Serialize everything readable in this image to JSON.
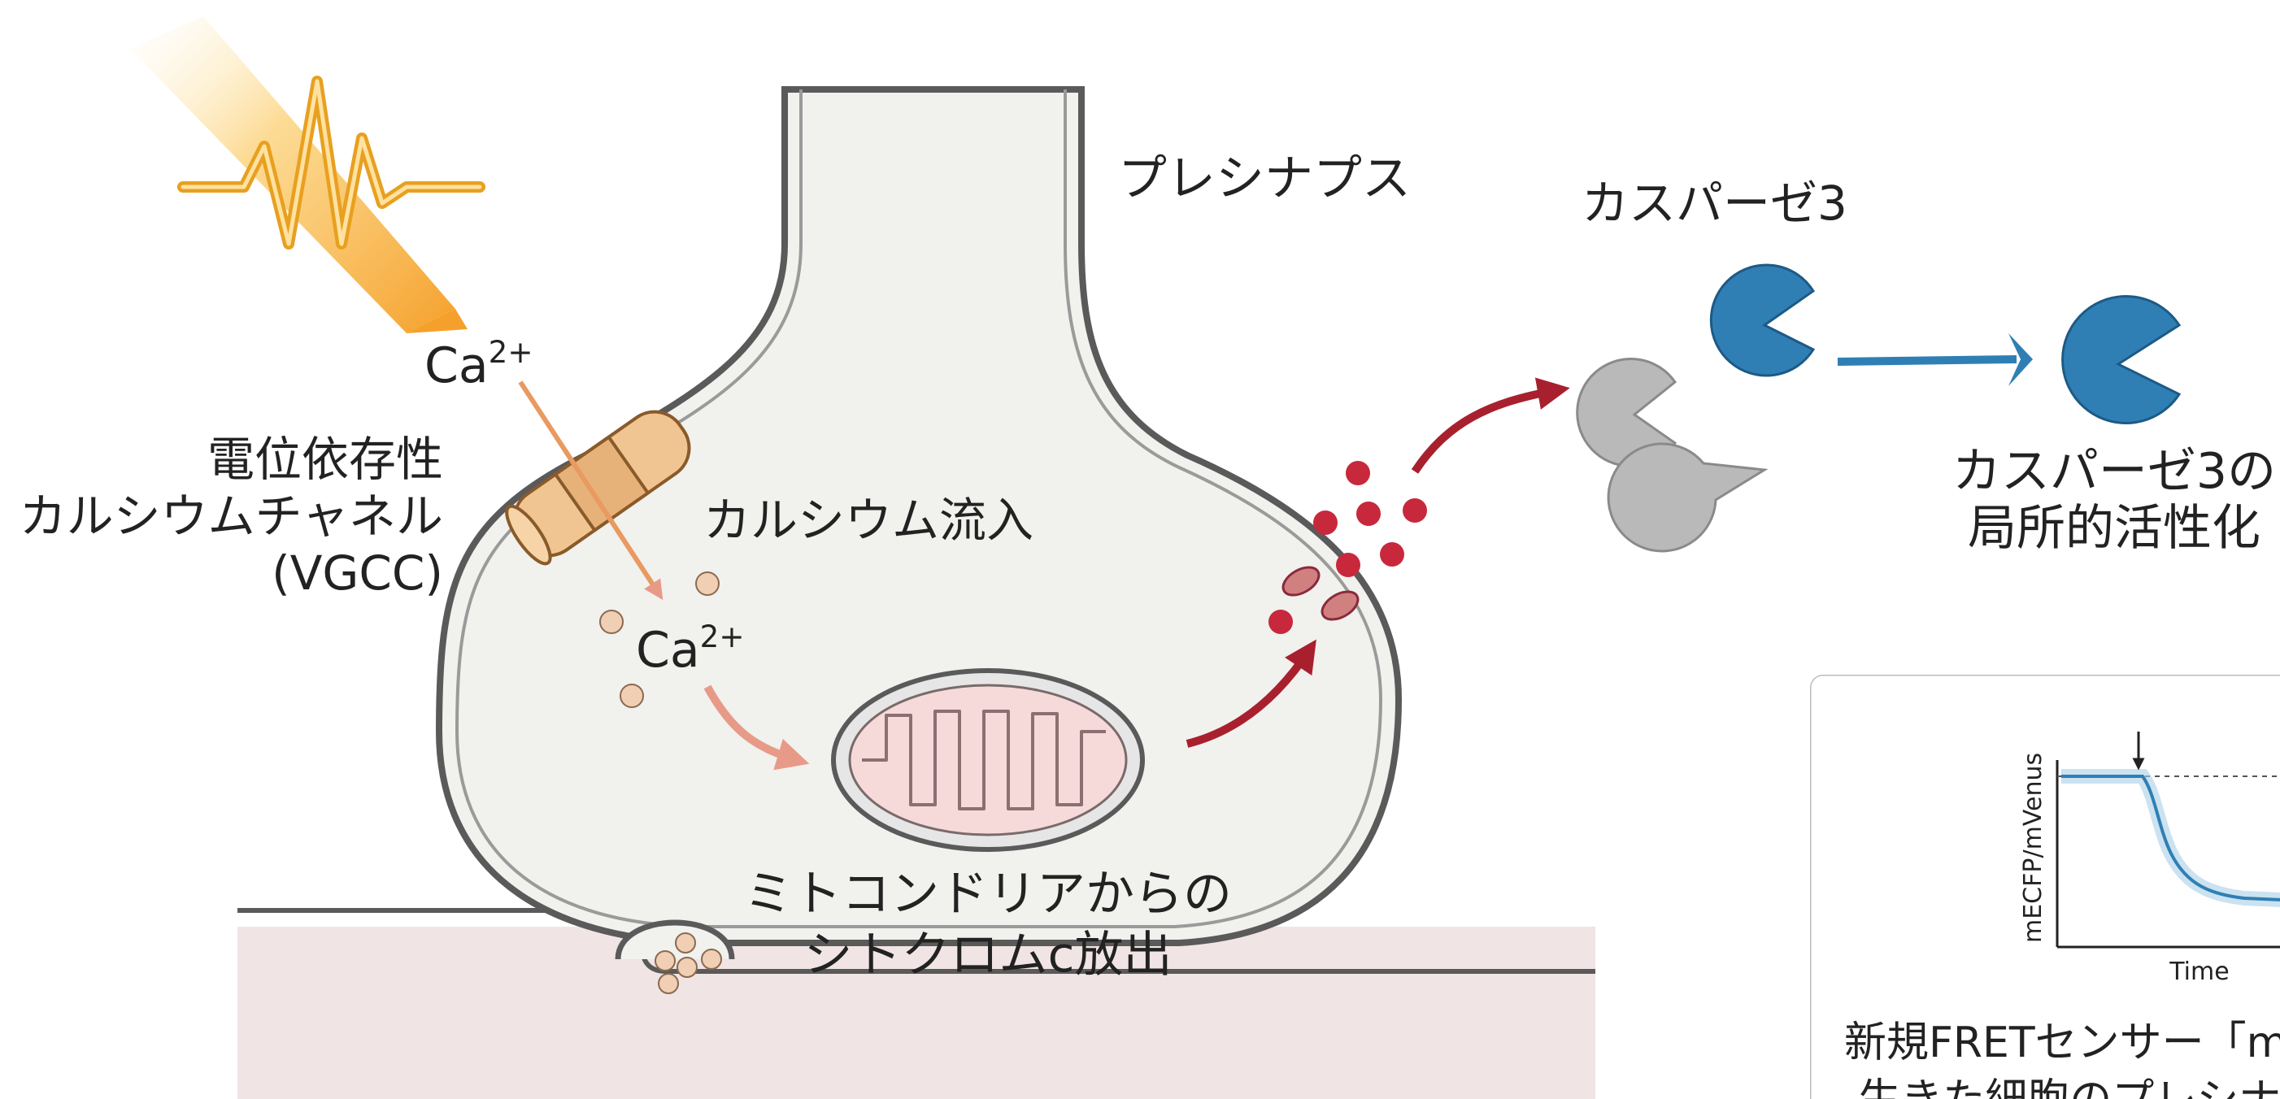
{
  "labels": {
    "presynapse": "プレシナプス",
    "ca_top": "Ca",
    "ca_top_sup": "2+",
    "vgcc_line1": "電位依存性",
    "vgcc_line2": "カルシウムチャネル",
    "vgcc_line3": "(VGCC)",
    "calcium_influx": "カルシウム流入",
    "ca_inner": "Ca",
    "ca_inner_sup": "2+",
    "cytc_line1": "ミトコンドリアからの",
    "cytc_line2": "シトクロムc放出",
    "caspase3": "カスパーゼ3",
    "activation_line1": "カスパーゼ3の",
    "activation_line2": "局所的活性化"
  },
  "inset": {
    "ylabel": "mECFP/mVenus",
    "xlabel": "Time",
    "caption_line1": "新規FRETセンサー「mS",
    "caption_line2": "- 生きた細胞のプレシナ"
  },
  "colors": {
    "membrane": "#5a5a5a",
    "cytoplasm": "#f1f1ee",
    "postsynaptic": "#f1e4e4",
    "channel": "#f0c592",
    "calcium_ion": "#f0cfb4",
    "mito_fill": "#f6dada",
    "cytc_dots": "#c8283c",
    "caspase_active": "#2f7fb5",
    "caspase_inactive": "#b9b9b9",
    "stimulus": "#f5a623"
  },
  "icons": {
    "stimulus": "lightning-waveform-icon",
    "channel": "ion-channel-icon",
    "mitochondrion": "mitochondrion-icon",
    "caspase": "pacman-protein-icon"
  }
}
